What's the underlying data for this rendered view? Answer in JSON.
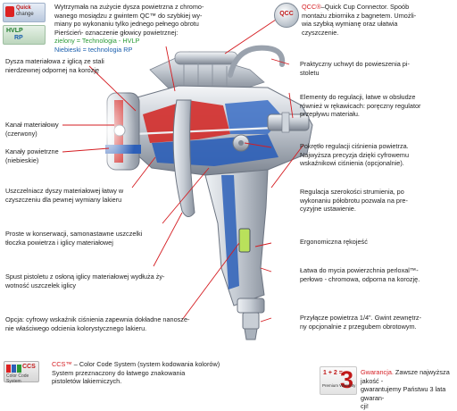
{
  "colors": {
    "accent_red": "#d51d22",
    "green": "#2a9a36",
    "blue": "#1b5fae",
    "gun_body": "#b8bec6",
    "gun_dark": "#5b6370"
  },
  "logos": {
    "quick_change": {
      "line1": "Quick",
      "line2": "change"
    },
    "hvlp_rp": {
      "line1": "HVLP",
      "line2": "RP"
    },
    "qcc": {
      "text": "QCC"
    },
    "ccs": {
      "text": "CCS",
      "sub": "Color Code System"
    },
    "guarantee": {
      "small": "1 + 2 =",
      "big": "3",
      "sub": "Premium Warranty"
    }
  },
  "labels": {
    "nozzle_change": {
      "line1": "Wytrzymała na zużycie dysza powietrzna z chromo-",
      "line2": "wanego mosiądzu z gwintem  QC™ do szybkiej wy-",
      "line3": "miany po wykonaniu tylko jednego pełnego obrotu",
      "line4": "Pierścień- oznaczenie głowicy powietrznej:",
      "line5": "zielony = Technologia - HVLP",
      "line6": "Niebieski = technologia RP"
    },
    "qcc": {
      "title": "QCC®",
      "line1": "–Quick Cup Connector. Spoób",
      "line2": "montażu zbiornika z bagnetem. Umożli-",
      "line3": "wia szybką wymianę oraz ułatwia",
      "line4": "czyszczenie."
    },
    "material_nozzle": {
      "line1": "Dysza materiałowa z iglicą ze stali",
      "line2": "nierdzewnej odpornej na korozję"
    },
    "holder": {
      "line1": "Praktyczny uchwyt do powieszenia pi-",
      "line2": "stoletu"
    },
    "controls": {
      "line1": "Elementy do regulacji, łatwe w obsłudze",
      "line2": "również w rękawicach: poręczny regulator",
      "line3": "przepływu materiału."
    },
    "material_channel": {
      "line1": "Kanał materiałowy",
      "line2": "(czerwony)"
    },
    "air_channels": {
      "line1": "Kanały powietrzne",
      "line2": "(niebieskie)"
    },
    "pressure_knob": {
      "line1": "Pokrętło regulacji ciśnienia powietrza.",
      "line2": "Najwyższa precyzja dzięki cyfrowemu",
      "line3": "wskaźnikowi ciśnienia (opcjonalnie)."
    },
    "seal": {
      "line1": "Uszczelniacz dyszy materiałowej łatwy w",
      "line2": "czyszczeniu dla pewnej wymiany lakieru"
    },
    "spray_width": {
      "line1": "Regulacja szerokości strumienia, po",
      "line2": "wykonaniu półobrotu pozwala na pre-",
      "line3": "cyzyjne ustawienie."
    },
    "maintenance": {
      "line1": "Proste w konserwacji, samonastawne uszczelki",
      "line2": "tłoczka powietrza i iglicy materiałowej"
    },
    "ergonomic": {
      "line1": "Ergonomiczna rękojeść"
    },
    "trigger": {
      "line1": "Spust pistoletu z osłoną iglicy materiałowej wydłuża ży-",
      "line2": "wotność uszczelek iglicy"
    },
    "surface": {
      "line1": "Łatwa do mycia powierzchnia perloxal™-",
      "line2": "perłowo - chromowa, odporna na korozję."
    },
    "digital": {
      "line1": "Opcja: cyfrowy wskaźnik ciśnienia zapewnia dokładne nanosze-",
      "line2": "nie właściwego odcienia kolorystycznego lakieru."
    },
    "air_connection": {
      "line1": "Przyłącze powietrza 1/4\". Gwint zewnętrz-",
      "line2": "ny opcjonalnie z przegubem obrotowym."
    },
    "ccs": {
      "title": "CCS™",
      "line1": " – Color Code System (system kodowania kolorów)",
      "line2": "System przeznaczony do łatwego znakowania",
      "line3": "pistoletów lakierniczych."
    },
    "guarantee": {
      "title": "Gwarancja.",
      "line1": " Zawsze najwyższa jakość -",
      "line2": "gwarantujemy Państwu 3 lata gwaran-",
      "line3": "cji!"
    }
  }
}
